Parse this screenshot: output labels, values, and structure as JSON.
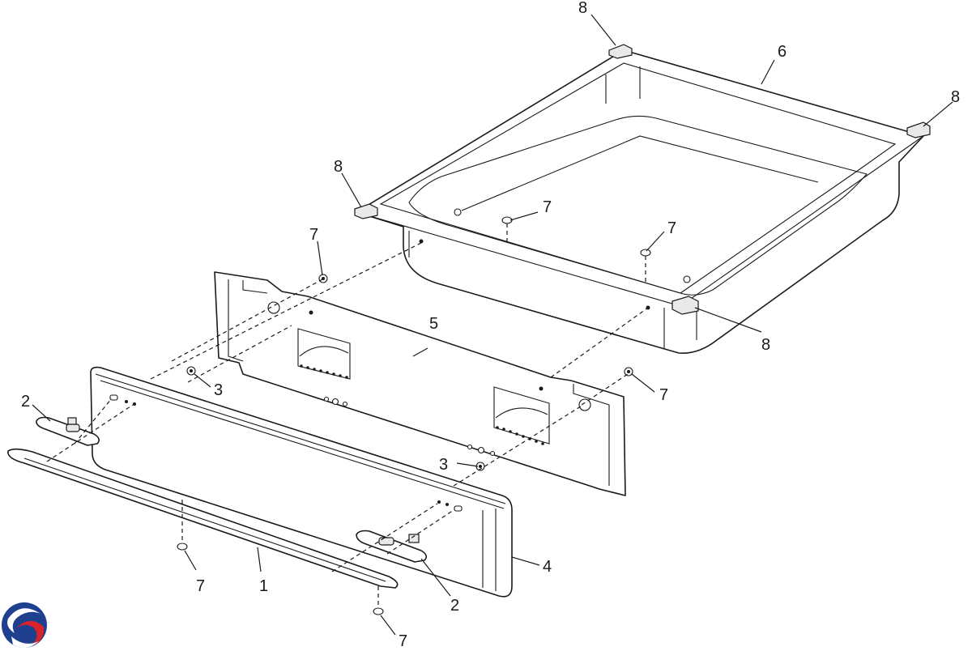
{
  "callouts": {
    "c1": "1",
    "c2a": "2",
    "c2b": "2",
    "c3a": "3",
    "c3b": "3",
    "c4": "4",
    "c5": "5",
    "c6": "6",
    "c7a": "7",
    "c7b": "7",
    "c7c": "7",
    "c7d": "7",
    "c7e": "7",
    "c7f": "7",
    "c8a": "8",
    "c8b": "8",
    "c8c": "8",
    "c8d": "8"
  },
  "logo": {
    "icon": "brand-swirl-logo-icon",
    "colors": [
      "#1f3f8f",
      "#d8232a",
      "#ffffff"
    ]
  },
  "colors": {
    "line": "#1a1a1a",
    "background": "#ffffff",
    "shade": "#e9e9e9"
  }
}
